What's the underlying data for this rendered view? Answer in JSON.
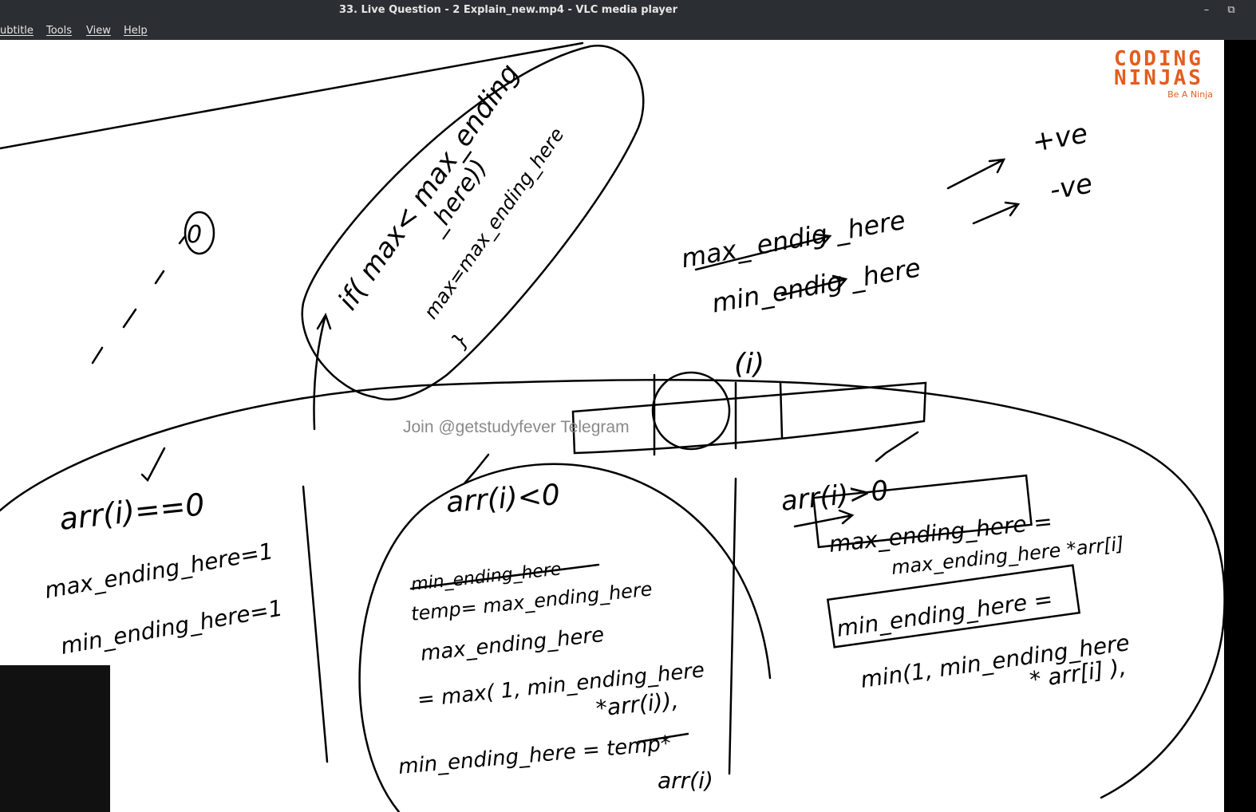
{
  "window": {
    "title": "33. Live Question - 2 Explain_new.mp4 - VLC media player",
    "minimize_glyph": "–",
    "restore_glyph": "⧉"
  },
  "menu": {
    "items": [
      {
        "label": "ubtitle"
      },
      {
        "label": "Tools"
      },
      {
        "label": "View"
      },
      {
        "label": "Help"
      }
    ]
  },
  "logo": {
    "line1": "CODING",
    "line2": "NINJAS",
    "tagline": "Be A Ninja",
    "color": "#e35d1e"
  },
  "watermark": "Join @getstudyfever Telegram",
  "whiteboard": {
    "top_note": {
      "line1": "if( max< max_ending",
      "line2": "_here))",
      "line3": "max=max_ending_here",
      "line4": "}"
    },
    "zero_marker": "0",
    "signs": {
      "max_label": "max_ endig _here",
      "max_sign": "+ve",
      "min_label": "min_endig _here",
      "min_sign": "-ve"
    },
    "index_label": "(i)",
    "case_zero": {
      "condition": "arr(i)==0",
      "line1": "max_ending_here=1",
      "line2": "min_ending_here=1"
    },
    "case_negative": {
      "condition": "arr(i)<0",
      "struck": "min_ending_here",
      "line1": "temp= max_ending_here",
      "line2": "max_ending_here",
      "line3": "= max( 1, min_ending_here",
      "line4": "*arr(i)),",
      "line5": "min_ending_here = temp*",
      "line6": "arr(i)"
    },
    "case_positive": {
      "condition": "arr(i)>0",
      "line1": "max_ending_here =",
      "line2": "max_ending_here *arr[i]",
      "line3": "min_ending_here =",
      "line4": "min(1, min_ending_here",
      "line5": "* arr[i] ),"
    }
  }
}
